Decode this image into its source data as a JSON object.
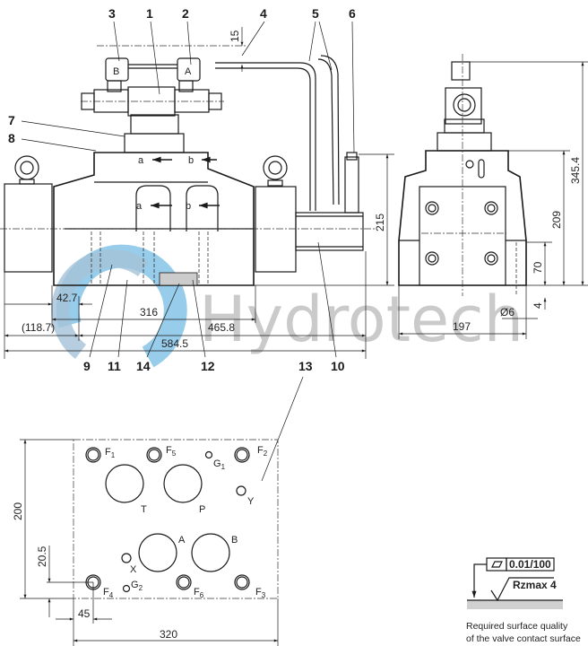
{
  "watermark": {
    "text": "Hydrotech",
    "logo_color": "#6fb4e0",
    "text_color": "#b9b9b9"
  },
  "side_view": {
    "callouts": [
      "1",
      "2",
      "3",
      "4",
      "5",
      "6",
      "7",
      "8",
      "9",
      "10",
      "11",
      "12",
      "13",
      "14"
    ],
    "solenoid_labels": {
      "left": "B",
      "right": "A"
    },
    "flow_markers": [
      "a",
      "b",
      "a",
      "b"
    ],
    "dimensions": {
      "cable_offset": "15",
      "height_pilot": "215",
      "offset_42_7": "42.7",
      "width_316": "316",
      "offset_118_7": "(118.7)",
      "width_465_8": "465.8",
      "width_584_5": "584.5"
    }
  },
  "end_view": {
    "dimensions": {
      "total_height": "345.4",
      "body_height": "209",
      "pin_height": "70",
      "pin_protrusion": "4",
      "pin_diameter": "Ø6",
      "width": "197"
    }
  },
  "porting_pattern": {
    "ports": {
      "T": "T",
      "P": "P",
      "A": "A",
      "B": "B",
      "X": "X",
      "Y": "Y"
    },
    "bolt_holes": {
      "F1": [
        "F",
        "1"
      ],
      "F2": [
        "F",
        "2"
      ],
      "F3": [
        "F",
        "3"
      ],
      "F4": [
        "F",
        "4"
      ],
      "F5": [
        "F",
        "5"
      ],
      "F6": [
        "F",
        "6"
      ]
    },
    "pins": {
      "G1": [
        "G",
        "1"
      ],
      "G2": [
        "G",
        "2"
      ]
    },
    "dimensions": {
      "height": "200",
      "offset_20_5": "20.5",
      "offset_45": "45",
      "width": "320"
    }
  },
  "surface_spec": {
    "flatness": "0.01/100",
    "roughness": "Rzmax  4",
    "note_line1": "Required surface quality",
    "note_line2": "of the valve contact surface"
  }
}
